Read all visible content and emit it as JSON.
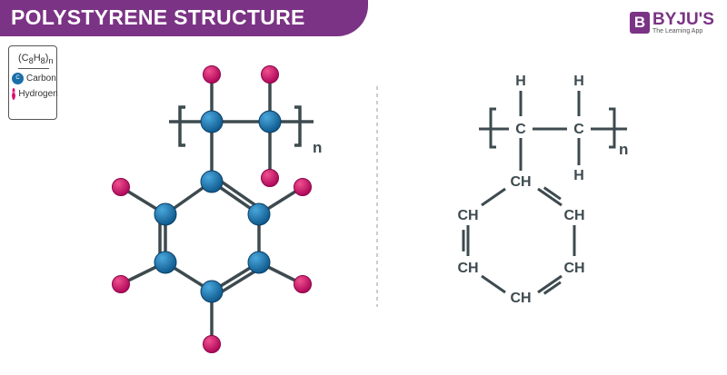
{
  "header": {
    "title": "POLYSTYRENE STRUCTURE"
  },
  "logo": {
    "mark": "B",
    "name": "BYJU'S",
    "tagline": "The Learning App"
  },
  "legend": {
    "formula_base": "(C",
    "sub1": "8",
    "h": "H",
    "sub2": "8",
    "close": ")",
    "subn": "n",
    "carbon_label": "Carbon",
    "carbon_symbol": "C",
    "hydrogen_label": "Hydrogen",
    "hydrogen_symbol": "H"
  },
  "model": {
    "repeat_label": "n"
  },
  "formula": {
    "repeat_label": "n",
    "c": "C",
    "h": "H",
    "ch": "CH"
  },
  "colors": {
    "carbon": "#1a6fa8",
    "hydrogen": "#d6106e",
    "bond": "#3d4a4f",
    "brand": "#7b3385"
  }
}
